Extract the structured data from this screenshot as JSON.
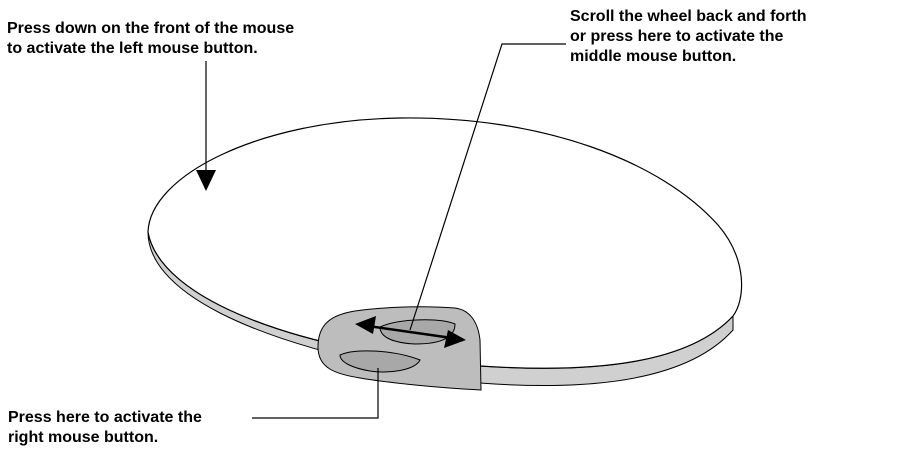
{
  "labels": {
    "left_button": {
      "line1": "Press down on the front of the mouse",
      "line2": "to activate the left mouse button."
    },
    "middle_button": {
      "line1": "Scroll the wheel back and forth",
      "line2": "or press here to activate the",
      "line3": "middle mouse button."
    },
    "right_button": {
      "line1": "Press here to activate the",
      "line2": "right mouse button."
    }
  },
  "colors": {
    "mouse_top": "#ffffff",
    "mouse_side": "#d0d0d0",
    "button_housing": "#bdbdbd",
    "button_fill": "#a8a8a8",
    "stroke": "#000000"
  }
}
